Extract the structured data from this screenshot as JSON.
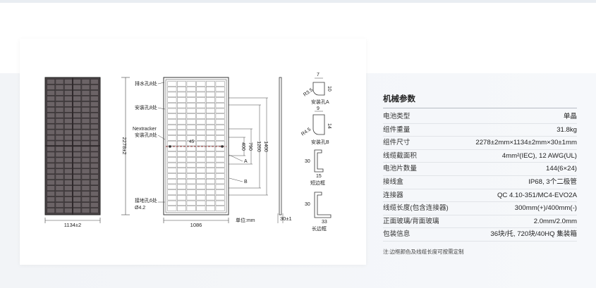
{
  "drawing": {
    "front_height": "2278±2",
    "front_width": "1134±2",
    "label_drain_holes": "排水孔8处",
    "label_mount_holes": "安装孔8处",
    "label_nextracker_line1": "Nextracker",
    "label_nextracker_line2": "安装孔8处",
    "label_ground_holes": "接地孔6处",
    "label_ground_dia": "Ø4.2",
    "back_width": "1086",
    "dim_1260": "1260",
    "dim_1400": "1400",
    "dim_790": "790",
    "dim_400": "400",
    "dim_45": "45",
    "marker_a": "A",
    "marker_b": "B",
    "unit_label": "单位:mm",
    "side_thickness": "30±1",
    "hole_a": {
      "top": "7",
      "side": "10",
      "radius": "R3.5",
      "label": "安装孔A"
    },
    "hole_b": {
      "top": "9",
      "side": "14",
      "radius": "R4.5",
      "label": "安装孔B"
    },
    "short_frame": {
      "height": "30",
      "width": "15",
      "label": "短边框"
    },
    "long_frame": {
      "height": "30",
      "width": "33",
      "label": "长边框"
    }
  },
  "specs": {
    "title": "机械参数",
    "rows": [
      {
        "key": "电池类型",
        "value": "单晶"
      },
      {
        "key": "组件重量",
        "value": "31.8kg"
      },
      {
        "key": "组件尺寸",
        "value": "2278±2mm×1134±2mm×30±1mm"
      },
      {
        "key": "线缆截面积",
        "value": "4mm²(IEC), 12 AWG(UL)"
      },
      {
        "key": "电池片数量",
        "value": "144(6×24)"
      },
      {
        "key": "接线盒",
        "value": "IP68, 3个二极管"
      },
      {
        "key": "连接器",
        "value": "QC 4.10-351/MC4-EVO2A"
      },
      {
        "key": "线缆长度(包含连接器)",
        "value": "300mm(+)/400mm(-)"
      },
      {
        "key": "正面玻璃/背面玻璃",
        "value": "2.0mm/2.0mm"
      },
      {
        "key": "包装信息",
        "value": "36块/托, 720块/40HQ 集装箱"
      }
    ],
    "note": "注:边框颜色及线缆长度可按需定制"
  }
}
